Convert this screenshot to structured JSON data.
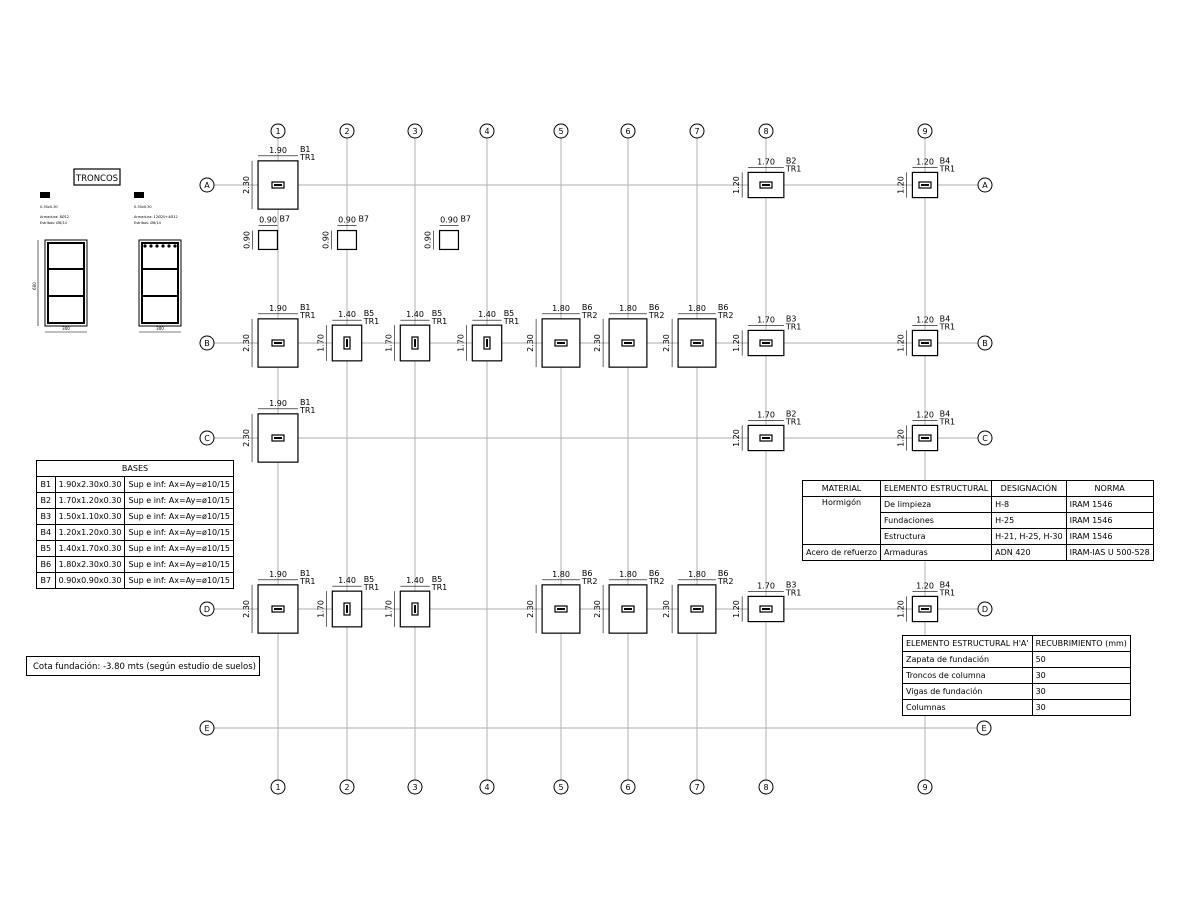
{
  "grid": {
    "columns": [
      "1",
      "2",
      "3",
      "4",
      "5",
      "6",
      "7",
      "8",
      "9"
    ],
    "rows": [
      "A",
      "B",
      "C",
      "D",
      "E"
    ]
  },
  "troncos": {
    "title": "TRONCOS",
    "detail_1": {
      "code": "0.30x0.30",
      "armadura": "Armadura: 8Ø12",
      "estribos": "Estribos: Ø6/14",
      "width": "300",
      "height": "600"
    },
    "detail_2": {
      "code": "0.30x0.30",
      "armadura": "Armadura: 12Ø20+4Ø12",
      "estribos": "Estribos: Ø6/14",
      "width": "300"
    }
  },
  "footings": [
    {
      "id": "A1",
      "base": "B1",
      "tronco": "TR1",
      "w": "1.90",
      "h": "2.30"
    },
    {
      "id": "A8",
      "base": "B2",
      "tronco": "TR1",
      "w": "1.70",
      "h": "1.20"
    },
    {
      "id": "A9",
      "base": "B4",
      "tronco": "TR1",
      "w": "1.20",
      "h": "1.20"
    },
    {
      "id": "B7a",
      "base": "B7",
      "tronco": "",
      "w": "0.90",
      "h": "0.90"
    },
    {
      "id": "B7b",
      "base": "B7",
      "tronco": "",
      "w": "0.90",
      "h": "0.90"
    },
    {
      "id": "B7c",
      "base": "B7",
      "tronco": "",
      "w": "0.90",
      "h": "0.90"
    },
    {
      "id": "B1",
      "base": "B1",
      "tronco": "TR1",
      "w": "1.90",
      "h": "2.30"
    },
    {
      "id": "B2",
      "base": "B5",
      "tronco": "TR1",
      "w": "1.40",
      "h": "1.70"
    },
    {
      "id": "B3",
      "base": "B5",
      "tronco": "TR1",
      "w": "1.40",
      "h": "1.70"
    },
    {
      "id": "B4",
      "base": "B5",
      "tronco": "TR1",
      "w": "1.40",
      "h": "1.70"
    },
    {
      "id": "B5",
      "base": "B6",
      "tronco": "TR2",
      "w": "1.80",
      "h": "2.30"
    },
    {
      "id": "B6",
      "base": "B6",
      "tronco": "TR2",
      "w": "1.80",
      "h": "2.30"
    },
    {
      "id": "B7",
      "base": "B6",
      "tronco": "TR2",
      "w": "1.80",
      "h": "2.30"
    },
    {
      "id": "B8",
      "base": "B3",
      "tronco": "TR1",
      "w": "1.70",
      "h": "1.20"
    },
    {
      "id": "B9",
      "base": "B4",
      "tronco": "TR1",
      "w": "1.20",
      "h": "1.20"
    },
    {
      "id": "C1",
      "base": "B1",
      "tronco": "TR1",
      "w": "1.90",
      "h": "2.30"
    },
    {
      "id": "C8",
      "base": "B2",
      "tronco": "TR1",
      "w": "1.70",
      "h": "1.20"
    },
    {
      "id": "C9",
      "base": "B4",
      "tronco": "TR1",
      "w": "1.20",
      "h": "1.20"
    },
    {
      "id": "D1",
      "base": "B1",
      "tronco": "TR1",
      "w": "1.90",
      "h": "2.30"
    },
    {
      "id": "D2",
      "base": "B5",
      "tronco": "TR1",
      "w": "1.40",
      "h": "1.70"
    },
    {
      "id": "D3",
      "base": "B5",
      "tronco": "TR1",
      "w": "1.40",
      "h": "1.70"
    },
    {
      "id": "D5",
      "base": "B6",
      "tronco": "TR2",
      "w": "1.80",
      "h": "2.30"
    },
    {
      "id": "D6",
      "base": "B6",
      "tronco": "TR2",
      "w": "1.80",
      "h": "2.30"
    },
    {
      "id": "D7",
      "base": "B6",
      "tronco": "TR2",
      "w": "1.80",
      "h": "2.30"
    },
    {
      "id": "D8",
      "base": "B3",
      "tronco": "TR1",
      "w": "1.70",
      "h": "1.20"
    },
    {
      "id": "D9",
      "base": "B4",
      "tronco": "TR1",
      "w": "1.20",
      "h": "1.20"
    }
  ],
  "bases_table": {
    "title": "BASES",
    "rows": [
      {
        "code": "B1",
        "dims": "1.90x2.30x0.30",
        "arm": "Sup e inf: Ax=Ay=ø10/15"
      },
      {
        "code": "B2",
        "dims": "1.70x1.20x0.30",
        "arm": "Sup e inf: Ax=Ay=ø10/15"
      },
      {
        "code": "B3",
        "dims": "1.50x1.10x0.30",
        "arm": "Sup e inf: Ax=Ay=ø10/15"
      },
      {
        "code": "B4",
        "dims": "1.20x1.20x0.30",
        "arm": "Sup e inf: Ax=Ay=ø10/15"
      },
      {
        "code": "B5",
        "dims": "1.40x1.70x0.30",
        "arm": "Sup e inf: Ax=Ay=ø10/15"
      },
      {
        "code": "B6",
        "dims": "1.80x2.30x0.30",
        "arm": "Sup e inf: Ax=Ay=ø10/15"
      },
      {
        "code": "B7",
        "dims": "0.90x0.90x0.30",
        "arm": "Sup e inf: Ax=Ay=ø10/15"
      }
    ]
  },
  "cota": "Cota fundación: -3.80 mts (según estudio de suelos)",
  "materials_table": {
    "headers": [
      "MATERIAL",
      "ELEMENTO ESTRUCTURAL",
      "DESIGNACIÓN",
      "NORMA"
    ],
    "rows": [
      {
        "material": "Hormigón",
        "element": "De limpieza",
        "designation": "H-8",
        "norm": "IRAM 1546"
      },
      {
        "material": "",
        "element": "Fundaciones",
        "designation": "H-25",
        "norm": "IRAM 1546"
      },
      {
        "material": "",
        "element": "Estructura",
        "designation": "H-21, H-25, H-30",
        "norm": "IRAM 1546"
      },
      {
        "material": "Acero de refuerzo",
        "element": "Armaduras",
        "designation": "ADN 420",
        "norm": "IRAM-IAS U 500-528"
      }
    ]
  },
  "cover_table": {
    "headers": [
      "ELEMENTO ESTRUCTURAL H'A'",
      "RECUBRIMIENTO (mm)"
    ],
    "rows": [
      {
        "element": "Zapata de fundación",
        "value": "50"
      },
      {
        "element": "Troncos de columna",
        "value": "30"
      },
      {
        "element": "Vigas de fundación",
        "value": "30"
      },
      {
        "element": "Columnas",
        "value": "30"
      }
    ]
  }
}
